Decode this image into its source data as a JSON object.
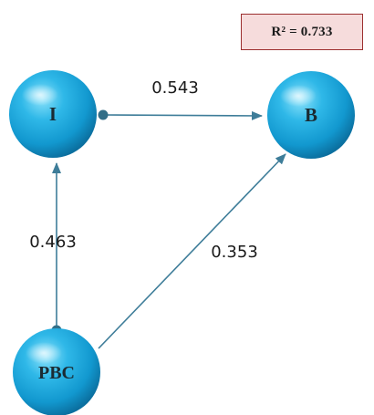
{
  "r2_label": "R² = 0.733",
  "nodes": {
    "i": {
      "label": "I"
    },
    "b": {
      "label": "B"
    },
    "pbc": {
      "label": "PBC"
    }
  },
  "edges": {
    "i_to_b": {
      "from": "I",
      "to": "B",
      "coefficient": "0.543"
    },
    "pbc_to_i": {
      "from": "PBC",
      "to": "I",
      "coefficient": "0.463"
    },
    "pbc_to_b": {
      "from": "PBC",
      "to": "B",
      "coefficient": "0.353"
    }
  },
  "colors": {
    "node_fill": "#1aa6dc",
    "node_highlight": "#7fd9f6",
    "node_shadow": "#0a6f9c",
    "edge_color": "#3e7d99",
    "r2_box_fill": "#f6dcdc",
    "r2_box_border": "#9c2f2f"
  }
}
